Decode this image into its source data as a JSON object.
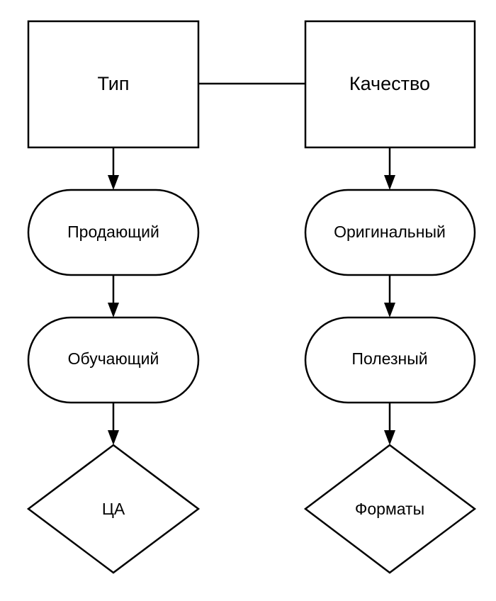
{
  "diagram": {
    "nodes": {
      "type": "Тип",
      "quality": "Качество",
      "selling": "Продающий",
      "educational": "Обучающий",
      "audience": "ЦА",
      "original": "Оригинальный",
      "useful": "Полезный",
      "formats": "Форматы"
    }
  }
}
